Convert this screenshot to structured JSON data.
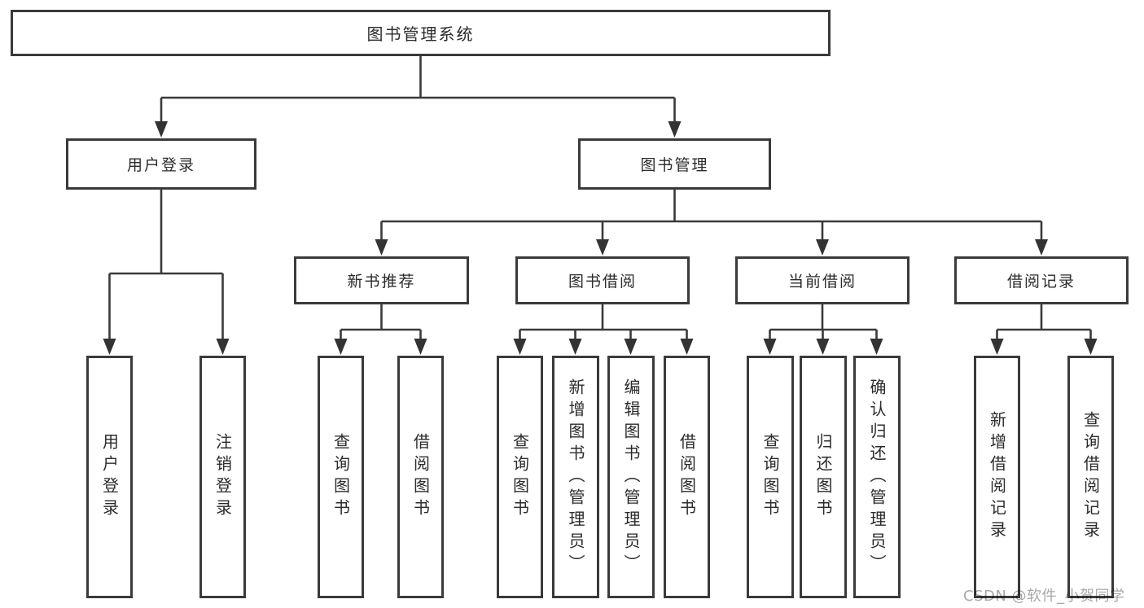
{
  "diagram": {
    "root": {
      "label": "图书管理系统"
    },
    "branches": [
      {
        "label": "用户登录",
        "children": [
          {
            "label": "用户登录"
          },
          {
            "label": "注销登录"
          }
        ]
      },
      {
        "label": "图书管理",
        "groups": [
          {
            "label": "新书推荐",
            "children": [
              {
                "label": "查询图书"
              },
              {
                "label": "借阅图书"
              }
            ]
          },
          {
            "label": "图书借阅",
            "children": [
              {
                "label": "查询图书"
              },
              {
                "label": "新增图书（管理员）"
              },
              {
                "label": "编辑图书（管理员）"
              },
              {
                "label": "借阅图书"
              }
            ]
          },
          {
            "label": "当前借阅",
            "children": [
              {
                "label": "查询图书"
              },
              {
                "label": "归还图书"
              },
              {
                "label": "确认归还（管理员）"
              }
            ]
          },
          {
            "label": "借阅记录",
            "children": [
              {
                "label": "新增借阅记录"
              },
              {
                "label": "查询借阅记录"
              }
            ]
          }
        ]
      }
    ]
  },
  "watermark": {
    "text": "CSDN @软件_小贺同学"
  },
  "colors": {
    "line": "#3a3a3a",
    "border": "#3a3a3a",
    "text": "#2b2b2b",
    "watermark_text": "#a8a8a8",
    "background": "#ffffff"
  }
}
